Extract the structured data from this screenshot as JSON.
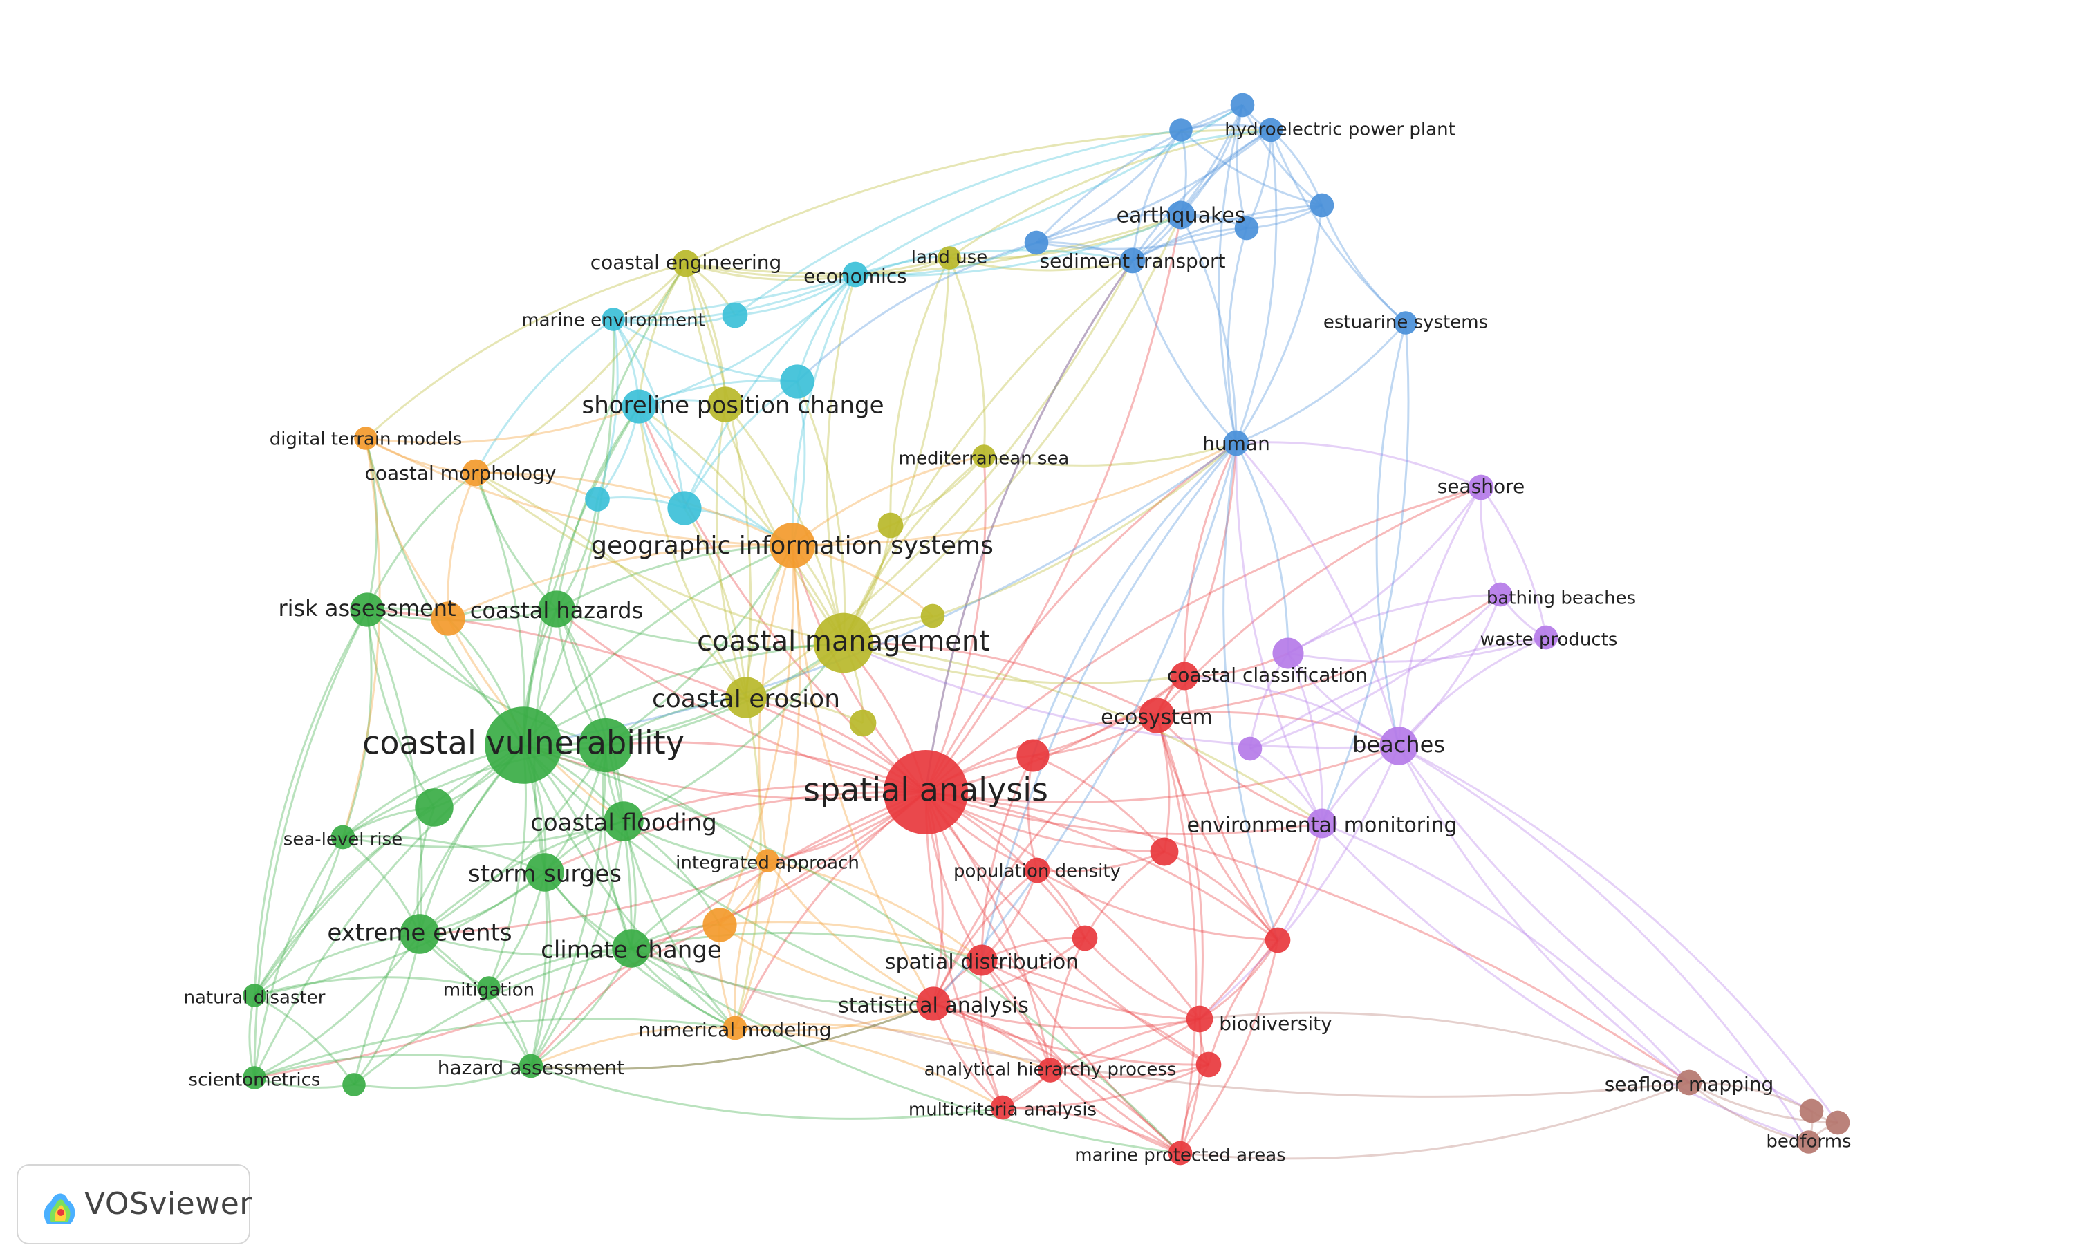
{
  "app": {
    "brand": "VOSviewer"
  },
  "clusters": {
    "red": "#e8383d",
    "green": "#3aad45",
    "blue": "#4a90d9",
    "yellow": "#b8b82a",
    "purple": "#b57be8",
    "cyan": "#3cc0d8",
    "orange": "#f39a2c",
    "brown": "#b5776f"
  },
  "nodes": [
    {
      "id": "spatial-analysis",
      "label": "spatial analysis",
      "cluster": "red",
      "weight": 10
    },
    {
      "id": "ecosystem",
      "label": "ecosystem",
      "cluster": "red",
      "weight": 3.2
    },
    {
      "id": "coastal-classification",
      "label": "coastal classification",
      "cluster": "red",
      "weight": 2.2
    },
    {
      "id": "population-density",
      "label": "population density",
      "cluster": "red",
      "weight": 1.8
    },
    {
      "id": "spatial-distribution",
      "label": "spatial distribution",
      "cluster": "red",
      "weight": 2.6
    },
    {
      "id": "statistical-analysis",
      "label": "statistical analysis",
      "cluster": "red",
      "weight": 3
    },
    {
      "id": "biodiversity",
      "label": "biodiversity",
      "cluster": "red",
      "weight": 2
    },
    {
      "id": "analytical-hierarchy-process",
      "label": "analytical hierarchy process",
      "cluster": "red",
      "weight": 1.7
    },
    {
      "id": "multicriteria-analysis",
      "label": "multicriteria analysis",
      "cluster": "red",
      "weight": 1.6
    },
    {
      "id": "marine-protected-areas",
      "label": "marine protected areas",
      "cluster": "red",
      "weight": 1.6
    },
    {
      "id": "red-unl-1",
      "label": "",
      "cluster": "red",
      "weight": 2.8
    },
    {
      "id": "red-unl-2",
      "label": "",
      "cluster": "red",
      "weight": 2.2
    },
    {
      "id": "red-unl-3",
      "label": "",
      "cluster": "red",
      "weight": 1.8
    },
    {
      "id": "red-unl-4",
      "label": "",
      "cluster": "red",
      "weight": 1.8
    },
    {
      "id": "red-unl-5",
      "label": "",
      "cluster": "red",
      "weight": 1.8
    },
    {
      "id": "coastal-vulnerability",
      "label": "coastal vulnerability",
      "cluster": "green",
      "weight": 9
    },
    {
      "id": "coastal-hazards",
      "label": "coastal hazards",
      "cluster": "green",
      "weight": 3.4
    },
    {
      "id": "risk-assessment",
      "label": "risk assessment",
      "cluster": "green",
      "weight": 3
    },
    {
      "id": "coastal-flooding",
      "label": "coastal flooding",
      "cluster": "green",
      "weight": 3.8
    },
    {
      "id": "sea-level-rise",
      "label": "sea-level rise",
      "cluster": "green",
      "weight": 1.6
    },
    {
      "id": "storm-surges",
      "label": "storm surges",
      "cluster": "green",
      "weight": 3.6
    },
    {
      "id": "extreme-events",
      "label": "extreme events",
      "cluster": "green",
      "weight": 3.8
    },
    {
      "id": "climate-change",
      "label": "climate change",
      "cluster": "green",
      "weight": 3.6
    },
    {
      "id": "natural-disaster",
      "label": "natural disaster",
      "cluster": "green",
      "weight": 1.5
    },
    {
      "id": "mitigation",
      "label": "mitigation",
      "cluster": "green",
      "weight": 1.5
    },
    {
      "id": "scientometrics",
      "label": "scientometrics",
      "cluster": "green",
      "weight": 1.5
    },
    {
      "id": "hazard-assessment",
      "label": "hazard assessment",
      "cluster": "green",
      "weight": 1.6
    },
    {
      "id": "green-unl-1",
      "label": "",
      "cluster": "green",
      "weight": 5.8
    },
    {
      "id": "green-unl-2",
      "label": "",
      "cluster": "green",
      "weight": 3.6
    },
    {
      "id": "green-unl-3",
      "label": "",
      "cluster": "green",
      "weight": 1.5
    },
    {
      "id": "hydroelectric-power-plant",
      "label": "hydroelectric power plant",
      "cluster": "blue",
      "weight": 1.6
    },
    {
      "id": "earthquakes",
      "label": "earthquakes",
      "cluster": "blue",
      "weight": 2.2
    },
    {
      "id": "sediment-transport",
      "label": "sediment transport",
      "cluster": "blue",
      "weight": 1.8
    },
    {
      "id": "estuarine-systems",
      "label": "estuarine systems",
      "cluster": "blue",
      "weight": 1.5
    },
    {
      "id": "human",
      "label": "human",
      "cluster": "blue",
      "weight": 1.8
    },
    {
      "id": "blue-unl-1",
      "label": "",
      "cluster": "blue",
      "weight": 1.6
    },
    {
      "id": "blue-unl-2",
      "label": "",
      "cluster": "blue",
      "weight": 1.5
    },
    {
      "id": "blue-unl-3",
      "label": "",
      "cluster": "blue",
      "weight": 1.6
    },
    {
      "id": "blue-unl-4",
      "label": "",
      "cluster": "blue",
      "weight": 1.6
    },
    {
      "id": "blue-unl-5",
      "label": "",
      "cluster": "blue",
      "weight": 1.6
    },
    {
      "id": "coastal-management",
      "label": "coastal management",
      "cluster": "yellow",
      "weight": 6.6
    },
    {
      "id": "coastal-erosion",
      "label": "coastal erosion",
      "cluster": "yellow",
      "weight": 4
    },
    {
      "id": "coastal-engineering",
      "label": "coastal engineering",
      "cluster": "yellow",
      "weight": 2
    },
    {
      "id": "land-use",
      "label": "land use",
      "cluster": "yellow",
      "weight": 1.5
    },
    {
      "id": "mediterranean-sea",
      "label": "mediterranean sea",
      "cluster": "yellow",
      "weight": 1.5
    },
    {
      "id": "yellow-unl-1",
      "label": "",
      "cluster": "yellow",
      "weight": 3.2
    },
    {
      "id": "yellow-unl-2",
      "label": "",
      "cluster": "yellow",
      "weight": 2
    },
    {
      "id": "yellow-unl-3",
      "label": "",
      "cluster": "yellow",
      "weight": 1.8
    },
    {
      "id": "yellow-unl-4",
      "label": "",
      "cluster": "yellow",
      "weight": 1.6
    },
    {
      "id": "beaches",
      "label": "beaches",
      "cluster": "purple",
      "weight": 3.6
    },
    {
      "id": "environmental-monitoring",
      "label": "environmental monitoring",
      "cluster": "purple",
      "weight": 2.4
    },
    {
      "id": "seashore",
      "label": "seashore",
      "cluster": "purple",
      "weight": 1.8
    },
    {
      "id": "bathing-beaches",
      "label": "bathing beaches",
      "cluster": "purple",
      "weight": 1.6
    },
    {
      "id": "waste-products",
      "label": "waste products",
      "cluster": "purple",
      "weight": 1.6
    },
    {
      "id": "purple-unl-1",
      "label": "",
      "cluster": "purple",
      "weight": 2.6
    },
    {
      "id": "purple-unl-2",
      "label": "",
      "cluster": "purple",
      "weight": 1.6
    },
    {
      "id": "shoreline-position-change",
      "label": "shoreline position change",
      "cluster": "cyan",
      "weight": 3
    },
    {
      "id": "economics",
      "label": "economics",
      "cluster": "cyan",
      "weight": 1.8
    },
    {
      "id": "marine-environment",
      "label": "marine environment",
      "cluster": "cyan",
      "weight": 1.5
    },
    {
      "id": "cyan-unl-1",
      "label": "",
      "cluster": "cyan",
      "weight": 3
    },
    {
      "id": "cyan-unl-2",
      "label": "",
      "cluster": "cyan",
      "weight": 3
    },
    {
      "id": "cyan-unl-3",
      "label": "",
      "cluster": "cyan",
      "weight": 1.8
    },
    {
      "id": "cyan-unl-4",
      "label": "",
      "cluster": "cyan",
      "weight": 1.7
    },
    {
      "id": "geographic-information-systems",
      "label": "geographic information systems",
      "cluster": "orange",
      "weight": 4.6
    },
    {
      "id": "coastal-morphology",
      "label": "coastal morphology",
      "cluster": "orange",
      "weight": 2
    },
    {
      "id": "digital-terrain-models",
      "label": "digital terrain models",
      "cluster": "orange",
      "weight": 1.5
    },
    {
      "id": "integrated-approach",
      "label": "integrated approach",
      "cluster": "orange",
      "weight": 1.5
    },
    {
      "id": "numerical-modeling",
      "label": "numerical modeling",
      "cluster": "orange",
      "weight": 1.6
    },
    {
      "id": "orange-unl-1",
      "label": "",
      "cluster": "orange",
      "weight": 3
    },
    {
      "id": "orange-unl-2",
      "label": "",
      "cluster": "orange",
      "weight": 3
    },
    {
      "id": "seafloor-mapping",
      "label": "seafloor mapping",
      "cluster": "brown",
      "weight": 1.8
    },
    {
      "id": "bedforms",
      "label": "bedforms",
      "cluster": "brown",
      "weight": 1.5
    },
    {
      "id": "brown-unl-1",
      "label": "",
      "cluster": "brown",
      "weight": 1.6
    },
    {
      "id": "brown-unl-2",
      "label": "",
      "cluster": "brown",
      "weight": 1.6
    }
  ]
}
